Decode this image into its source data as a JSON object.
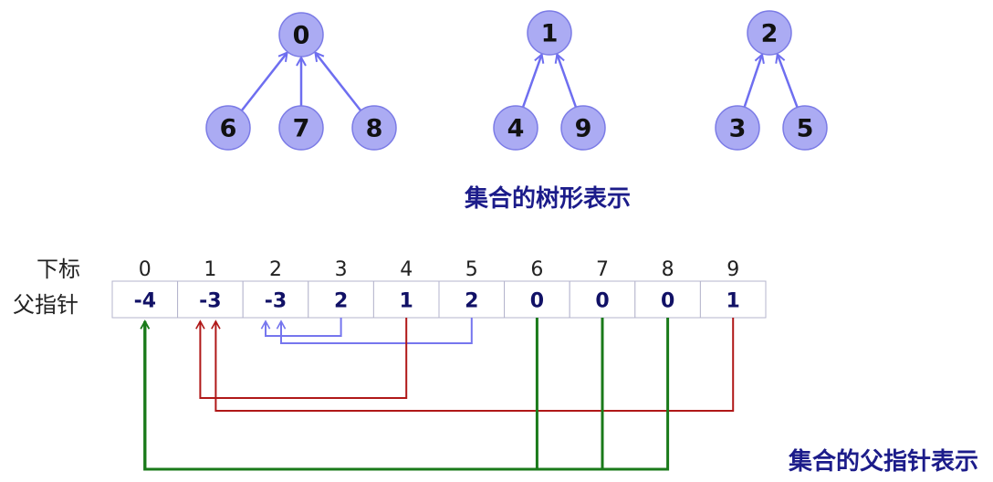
{
  "colors": {
    "node_fill": "#ababf3",
    "tree_edge": "#6e6ef0",
    "caption": "#1c1c8a",
    "cell_text": "#111166",
    "link_blue": "#7676ee",
    "link_red": "#b01818",
    "link_green": "#1a7a1a"
  },
  "trees": [
    {
      "root": "0",
      "children": [
        "6",
        "7",
        "8"
      ]
    },
    {
      "root": "1",
      "children": [
        "4",
        "9"
      ]
    },
    {
      "root": "2",
      "children": [
        "3",
        "5"
      ]
    }
  ],
  "tree_caption": "集合的树形表示",
  "array": {
    "index_label": "下标",
    "value_label": "父指针",
    "indices": [
      "0",
      "1",
      "2",
      "3",
      "4",
      "5",
      "6",
      "7",
      "8",
      "9"
    ],
    "values": [
      "-4",
      "-3",
      "-3",
      "2",
      "1",
      "2",
      "0",
      "0",
      "0",
      "1"
    ]
  },
  "parent_links": [
    {
      "from": 3,
      "to": 2,
      "color": "blue"
    },
    {
      "from": 5,
      "to": 2,
      "color": "blue"
    },
    {
      "from": 4,
      "to": 1,
      "color": "red"
    },
    {
      "from": 9,
      "to": 1,
      "color": "red"
    },
    {
      "from": 6,
      "to": 0,
      "color": "green"
    },
    {
      "from": 7,
      "to": 0,
      "color": "green"
    },
    {
      "from": 8,
      "to": 0,
      "color": "green"
    }
  ],
  "pointer_caption": "集合的父指针表示"
}
